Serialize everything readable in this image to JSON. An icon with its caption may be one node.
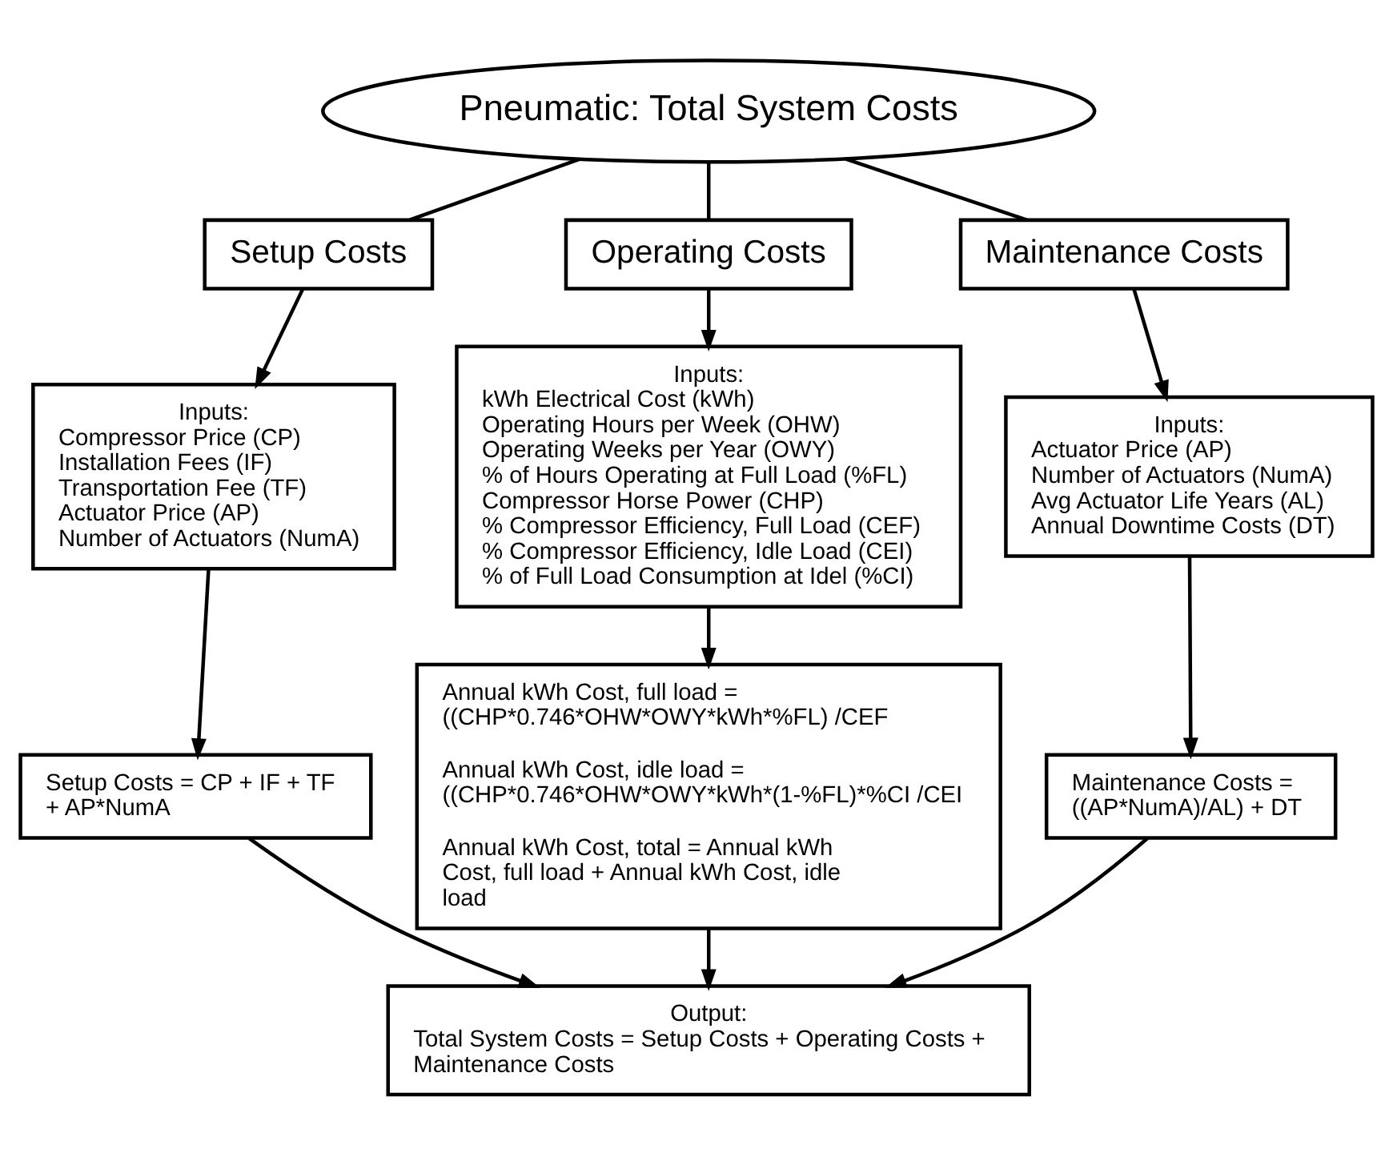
{
  "diagram": {
    "nodes": [
      {
        "text": [
          "Pneumatic: Total System Costs"
        ]
      },
      {
        "text": [
          "Setup Costs"
        ]
      },
      {
        "text": [
          "Operating Costs"
        ]
      },
      {
        "text": [
          "Maintenance Costs"
        ]
      },
      {
        "text": [
          "Inputs:",
          "Compressor Price (CP)",
          "Installation Fees (IF)",
          "Transportation Fee (TF)",
          "Actuator Price (AP)",
          "Number of Actuators (NumA)"
        ]
      },
      {
        "text": [
          "Inputs:",
          "kWh Electrical Cost (kWh)",
          "Operating Hours per Week (OHW)",
          "Operating Weeks per Year (OWY)",
          "% of Hours Operating at Full Load (%FL)",
          "Compressor Horse Power (CHP)",
          "% Compressor Efficiency, Full Load (CEF)",
          "% Compressor Efficiency, Idle Load (CEI)",
          "% of Full Load Consumption at Idel (%CI)"
        ]
      },
      {
        "text": [
          "Inputs:",
          "Actuator Price (AP)",
          "Number of Actuators (NumA)",
          "Avg Actuator Life Years (AL)",
          "Annual Downtime Costs (DT)"
        ]
      },
      {
        "text": [
          "Setup Costs = CP + IF + TF + AP*NumA"
        ]
      },
      {
        "text": [
          "Annual kWh Cost, full load = ((CHP*0.746*OHW*OWY*kWh*%FL) /CEF",
          "Annual kWh Cost, idle load = ((CHP*0.746*OHW*OWY*kWh*(1-%FL)*%CI /CEI",
          "Annual kWh Cost, total = Annual kWh Cost, full load + Annual kWh Cost, idle load"
        ]
      },
      {
        "text": [
          "Maintenance Costs = ((AP*NumA)/AL) + DT"
        ]
      },
      {
        "text": [
          "Output:",
          "Total System Costs = Setup Costs + Operating Costs + Maintenance Costs"
        ]
      }
    ],
    "edges": [
      {
        "from": 0,
        "to": 1,
        "arrow": "none"
      },
      {
        "from": 0,
        "to": 2,
        "arrow": "none"
      },
      {
        "from": 0,
        "to": 3,
        "arrow": "none"
      },
      {
        "from": 1,
        "to": 4,
        "arrow": "to"
      },
      {
        "from": 2,
        "to": 5,
        "arrow": "to"
      },
      {
        "from": 3,
        "to": 6,
        "arrow": "to"
      },
      {
        "from": 4,
        "to": 7,
        "arrow": "to"
      },
      {
        "from": 5,
        "to": 8,
        "arrow": "to"
      },
      {
        "from": 6,
        "to": 9,
        "arrow": "to"
      },
      {
        "from": 7,
        "to": 10,
        "arrow": "to"
      },
      {
        "from": 8,
        "to": 10,
        "arrow": "to"
      },
      {
        "from": 9,
        "to": 10,
        "arrow": "to"
      }
    ]
  }
}
